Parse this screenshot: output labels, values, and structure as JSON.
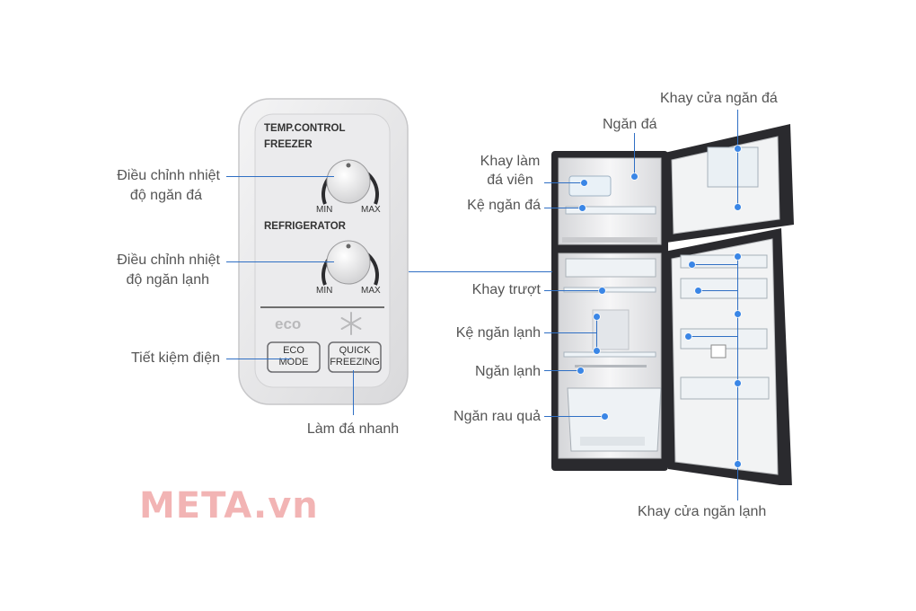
{
  "labels": {
    "freezer_adjust": [
      "Điều chỉnh nhiệt",
      "độ ngăn đá"
    ],
    "fridge_adjust": [
      "Điều chỉnh nhiệt",
      "độ ngăn lạnh"
    ],
    "save_power": "Tiết kiệm điện",
    "quick_ice": "Làm đá nhanh",
    "freezer_door_tray": "Khay cửa ngăn đá",
    "freezer": "Ngăn đá",
    "ice_tray": [
      "Khay làm",
      "đá viên"
    ],
    "freezer_shelf": "Kệ ngăn đá",
    "slide_tray": "Khay trượt",
    "fridge_shelf": "Kệ ngăn lạnh",
    "fridge": "Ngăn lạnh",
    "crisper": "Ngăn rau quả",
    "fridge_door_tray": "Khay cửa ngăn lạnh"
  },
  "panel": {
    "temp_control": "TEMP.CONTROL",
    "freezer": "FREEZER",
    "refrigerator": "REFRIGERATOR",
    "min": "MIN",
    "max": "MAX",
    "eco_symbol": "eco",
    "eco_button": [
      "ECO",
      "MODE"
    ],
    "quick_button": [
      "QUICK",
      "FREEZING"
    ]
  },
  "brand": {
    "logo": "META.vn",
    "logo_color": "#f2b4b4"
  },
  "colors": {
    "leader": "#2f6fc4",
    "dot": "#3a86e6",
    "fridge_body": "#2a2a2e",
    "text": "#555555"
  }
}
